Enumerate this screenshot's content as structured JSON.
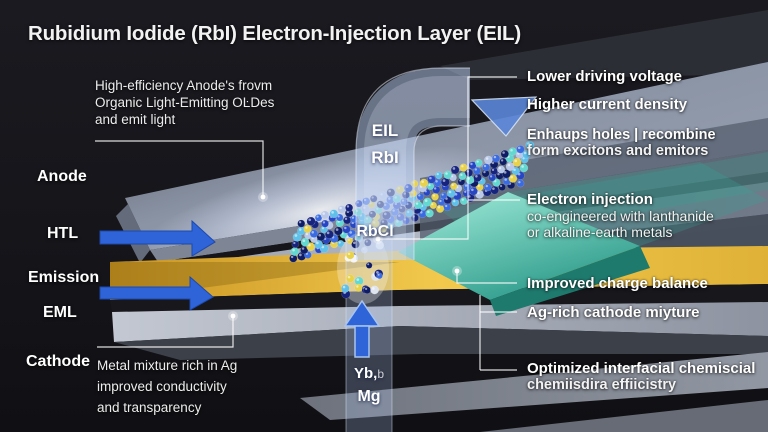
{
  "title": "Rubidium Iodide (RbI) Electron-Injection Layer (EIL)",
  "layers": {
    "anode": "Anode",
    "htl": "HTL",
    "emission": "Emission",
    "eml": "EML",
    "cathode": "Cathode"
  },
  "left_notes": {
    "anode_note": {
      "line1": "High-efficiency Anode's frovm",
      "line2": "Organic Light-Emitting OĿDes",
      "line3": "and emit light"
    },
    "cathode_note": {
      "line1": "Metal mixture rich in Ag",
      "line2": "improved conductivity",
      "line3": "and transparency"
    }
  },
  "right_notes": [
    {
      "title": "Lower driving voltage"
    },
    {
      "title": "Higher current density"
    },
    {
      "title": "Enhaups holes | recombine",
      "line": "form excitons and emitors"
    },
    {
      "title": "Electron injection",
      "line": "co-engineered with lanthanide",
      "line2": "or alkaline-earth metals"
    },
    {
      "title": "Improved charge balance"
    },
    {
      "title": "Ag-rich cathode miyture"
    },
    {
      "title": "Optimized interfacial chemiscial",
      "line": "chemiisdira effiicistry"
    }
  ],
  "diagram_labels": {
    "eil": "EIL",
    "rbi": "RbI",
    "rbcl": "RbCl",
    "yb": "Yb,",
    "yb_sub": "b",
    "mg": "Mg"
  },
  "colors": {
    "background": "#16161b",
    "accent_blue": "#2f63d8",
    "emission_yellow": "#eebd3e",
    "teal_layer": "#35a393",
    "tube_blue": "#b9cdf0",
    "text": "#f2f2f2",
    "sphere_palette": [
      "#2746c4",
      "#3a6be0",
      "#16247e",
      "#e8d24a",
      "#63d8d0",
      "#b9c8e8",
      "#5fc0ea",
      "#0f1d66"
    ]
  }
}
